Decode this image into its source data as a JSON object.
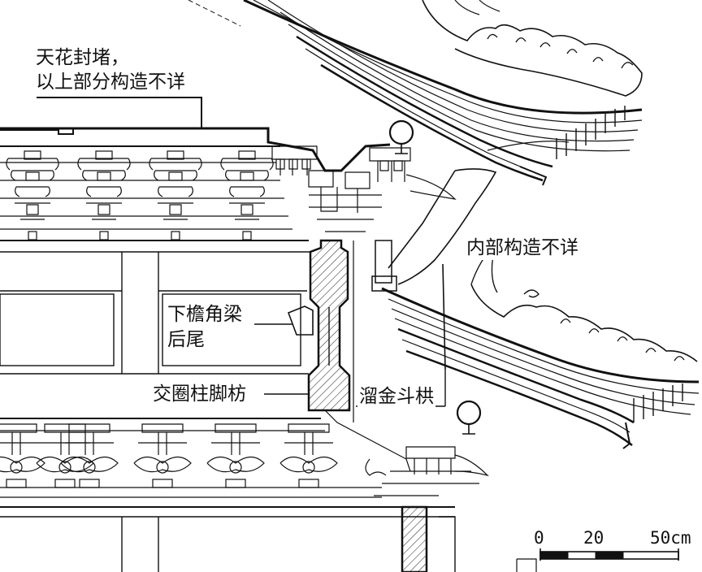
{
  "labels": {
    "ceiling_line1": "天花封堵，",
    "ceiling_line2": "以上部分构造不详",
    "interior": "内部构造不详",
    "beam_tail_line1": "下檐角梁",
    "beam_tail_line2": "后尾",
    "column_tie": "交圈柱脚枋",
    "gilded_bracket": "溜金斗栱"
  },
  "scale_bar": {
    "ticks": [
      "0",
      "20",
      "50cm"
    ]
  },
  "colors": {
    "line": "#111111",
    "background": "#ffffff",
    "hatch": "#222222"
  }
}
